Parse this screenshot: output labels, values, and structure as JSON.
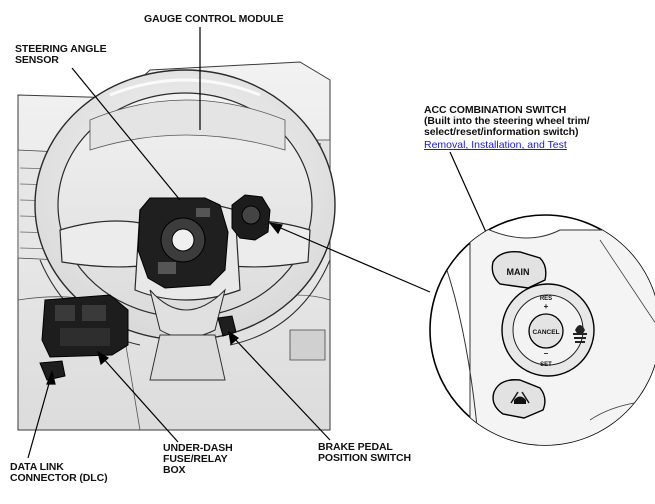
{
  "labels": {
    "gauge_control_module": "GAUGE CONTROL MODULE",
    "steering_angle_sensor": "STEERING ANGLE\nSENSOR",
    "acc_combination_switch": "ACC COMBINATION SWITCH\n(Built into the steering wheel trim/\nselect/reset/information switch)",
    "acc_link": "Removal, Installation, and Test",
    "data_link_connector": "DATA LINK\nCONNECTOR (DLC)",
    "under_dash_box": "UNDER-DASH\nFUSE/RELAY\nBOX",
    "brake_pedal_switch": "BRAKE PEDAL\nPOSITION SWITCH"
  },
  "switch_buttons": {
    "main": "MAIN",
    "res": "RES",
    "res_sign": "+",
    "cancel": "CANCEL",
    "set": "SET",
    "set_sign": "–"
  },
  "icons": {
    "distance": "distance-bars-icon",
    "lane_keep": "lane-keeping-icon"
  },
  "colors": {
    "link": "#1a1ad6",
    "line_art": "#2a2a2a",
    "component": "#1c1c1c"
  }
}
